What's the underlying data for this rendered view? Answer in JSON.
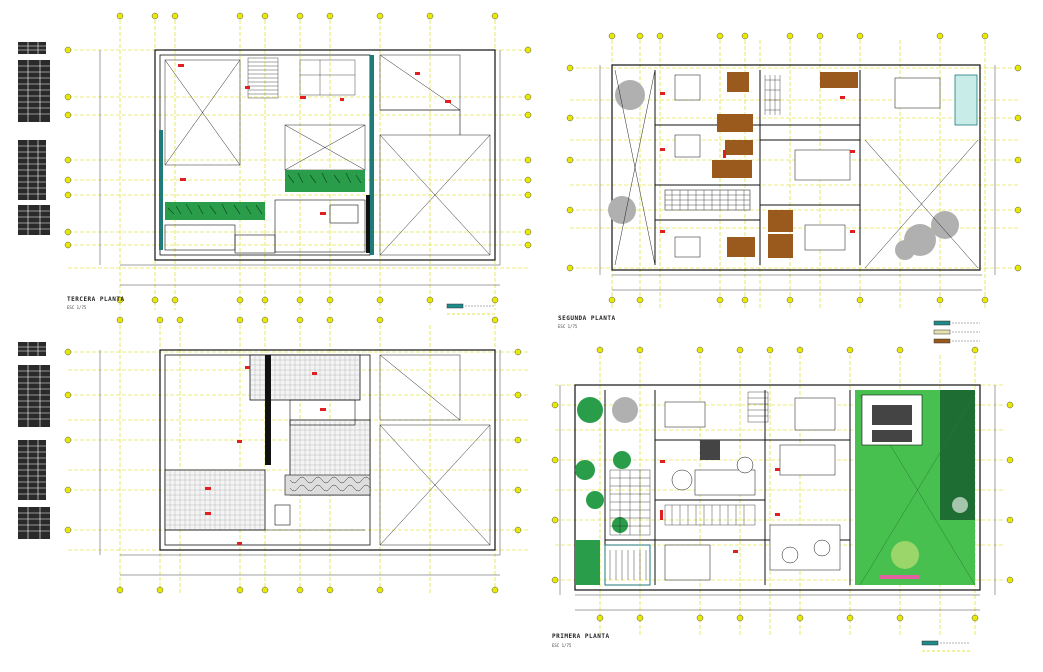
{
  "plans": [
    {
      "title": "TERCERA PLANTA",
      "scale": "ESC 1/75"
    },
    {
      "title": "SEGUNDA PLANTA",
      "scale": "ESC 1/75"
    },
    {
      "title": "PRIMERA PLANTA",
      "scale": "ESC 1/75"
    }
  ],
  "colors": {
    "background": "#ffffff",
    "wall": "#111111",
    "grid_line": "#e4e400",
    "axis_bubble": "#e8e800",
    "dimension": "#333333",
    "wood_floor": "#9a5a1e",
    "vegetation": "#2a9d4a",
    "garden": "#48c050",
    "gray_tree": "#b0b0b0",
    "teal_wall": "#1f7a7a",
    "red_mark": "#e02020",
    "schedule_dark": "#2a2a2a"
  },
  "legend_swatches": {
    "teal": "#1f8a8a",
    "beige": "#e6e2b0",
    "brown": "#9a5a1e"
  }
}
